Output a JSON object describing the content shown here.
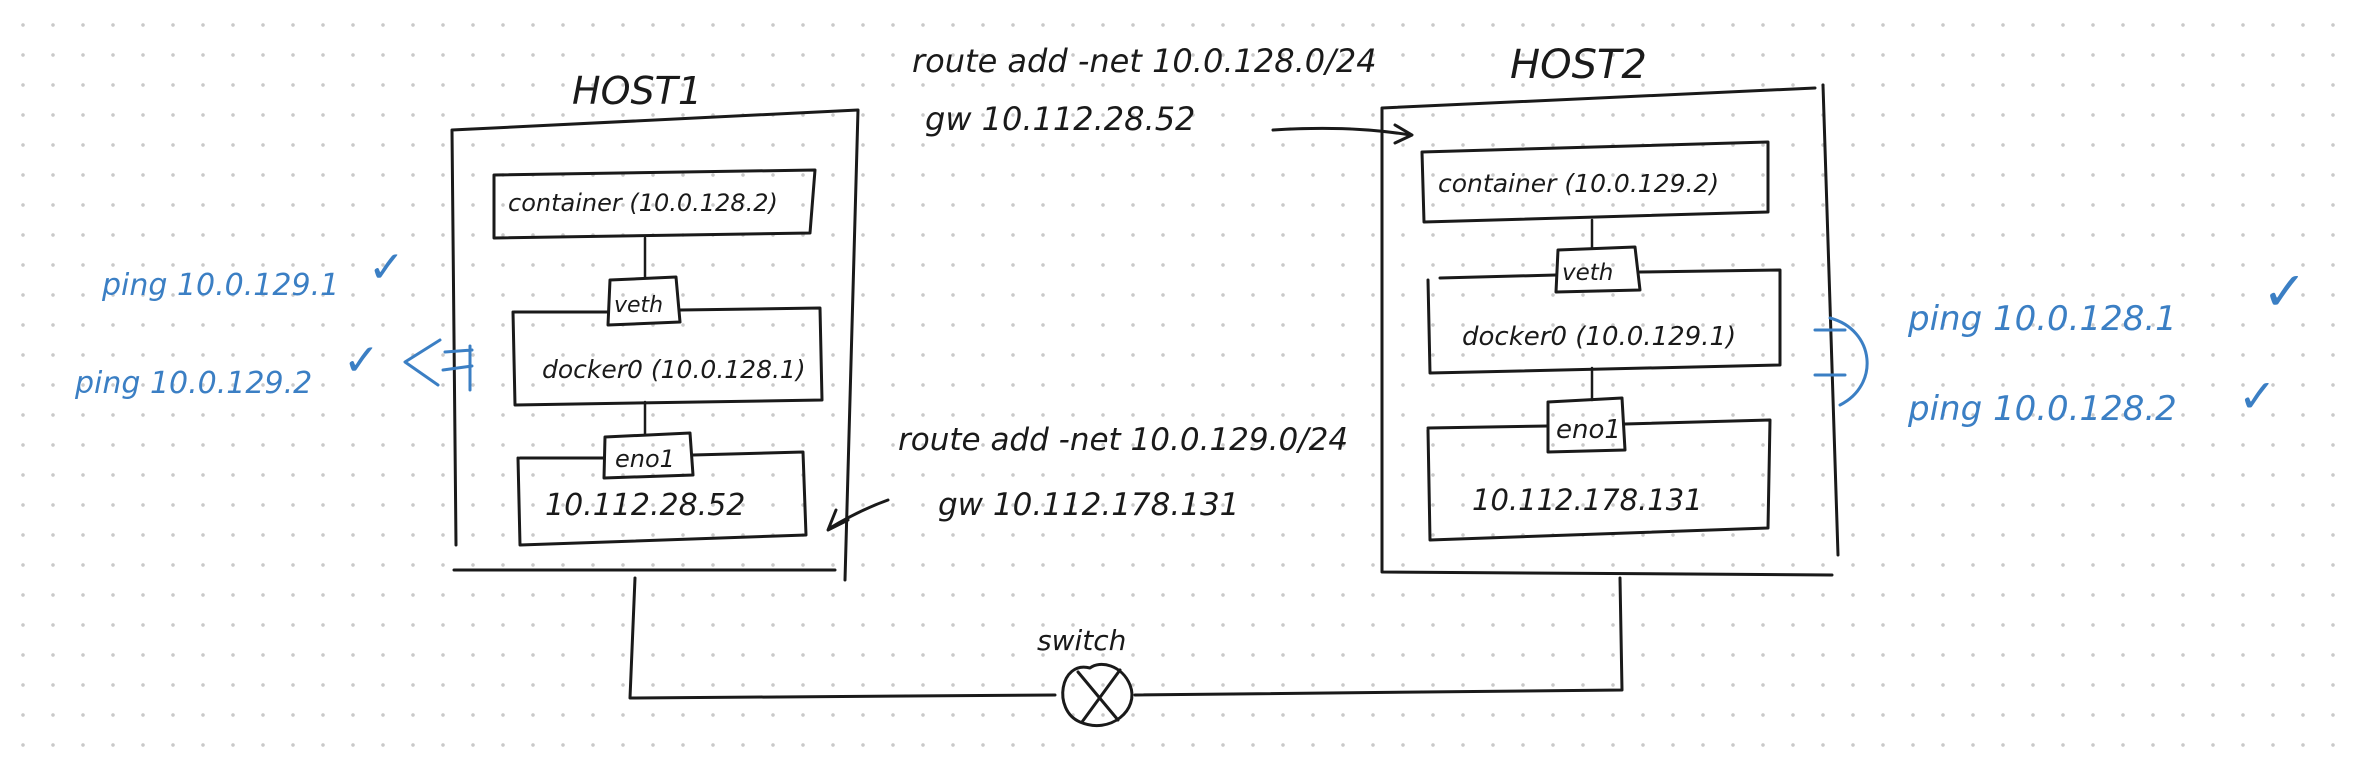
{
  "host1": {
    "title": "HOST1",
    "container": "container (10.0.128.2)",
    "veth": "veth",
    "docker0": "docker0 (10.0.128.1)",
    "eno1": "eno1",
    "ip": "10.112.28.52"
  },
  "host2": {
    "title": "HOST2",
    "container": "container (10.0.129.2)",
    "veth": "veth",
    "docker0": "docker0 (10.0.129.1)",
    "eno1": "eno1",
    "ip": "10.112.178.131"
  },
  "routes": {
    "to_host2_line1": "route add -net 10.0.128.0/24",
    "to_host2_line2": "gw 10.112.28.52",
    "to_host1_line1": "route add -net 10.0.129.0/24",
    "to_host1_line2": "gw 10.112.178.131"
  },
  "switch_label": "switch",
  "pings_left": [
    "ping 10.0.129.1",
    "ping 10.0.129.2"
  ],
  "pings_right": [
    "ping 10.0.128.1",
    "ping 10.0.128.2"
  ],
  "check_mark": "✓",
  "colors": {
    "ink": "#1a1a1a",
    "annotation": "#3b7fc4"
  }
}
